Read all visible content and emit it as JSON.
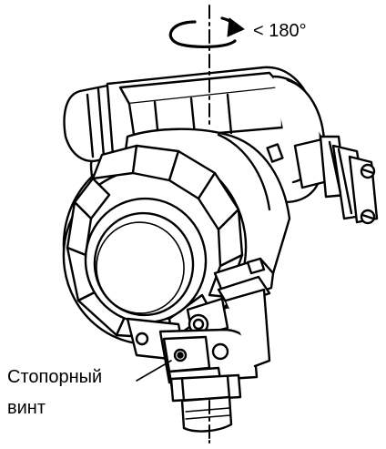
{
  "annotations": {
    "rotation_limit": "< 180°",
    "lock_screw_line1": "Стопорный",
    "lock_screw_line2": "винт"
  },
  "colors": {
    "stroke": "#000000",
    "fill": "#ffffff"
  }
}
